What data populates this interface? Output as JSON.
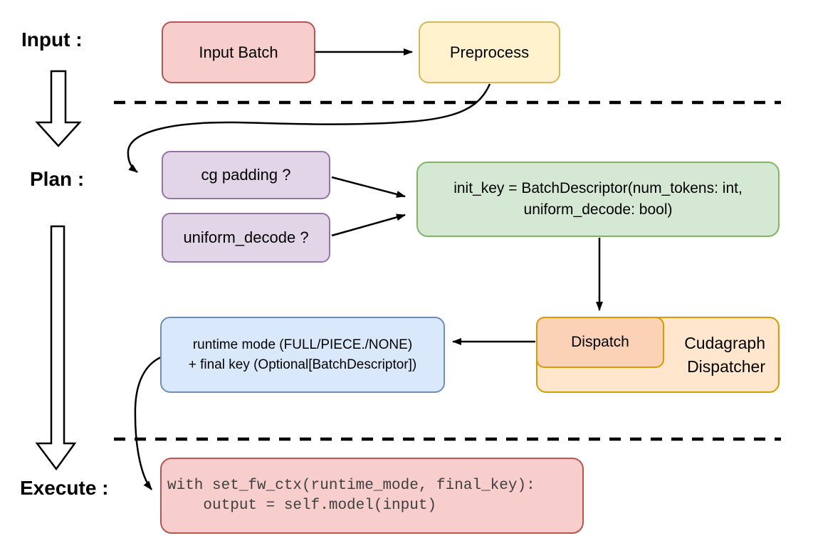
{
  "sections": {
    "input": {
      "label": "Input :"
    },
    "plan": {
      "label": "Plan :"
    },
    "execute": {
      "label": "Execute :"
    }
  },
  "nodes": {
    "input_batch": {
      "label": "Input Batch"
    },
    "preprocess": {
      "label": "Preprocess"
    },
    "cg_padding": {
      "label": "cg padding ?"
    },
    "uniform_decode": {
      "label": "uniform_decode ?"
    },
    "init_key": {
      "line1": "init_key = BatchDescriptor(num_tokens: int,",
      "line2": "uniform_decode: bool)"
    },
    "dispatch": {
      "label": "Dispatch"
    },
    "cudagraph_dispatcher": {
      "line1": "Cudagraph",
      "line2": "Dispatcher"
    },
    "runtime_mode": {
      "line1": "runtime mode (FULL/PIECE./NONE)",
      "line2": "+ final key (Optional[BatchDescriptor])"
    },
    "execute_code": {
      "line1": "with set_fw_ctx(runtime_mode, final_key):",
      "line2": "    output = self.model(input)"
    }
  },
  "palette": {
    "red_fill": "#F8CECC",
    "red_stroke": "#B85450",
    "yellow_fill": "#FFF2CC",
    "yellow_stroke": "#D6B656",
    "purple_fill": "#E1D5E7",
    "purple_stroke": "#9673A6",
    "green_fill": "#D5E8D4",
    "green_stroke": "#82B366",
    "blue_fill": "#DAE8FC",
    "blue_stroke": "#6C8EBF",
    "orange_fill": "#FFE6CC",
    "orange_inner_fill": "#FBD2B5",
    "orange_stroke": "#D79B00",
    "line_color": "#000000"
  }
}
